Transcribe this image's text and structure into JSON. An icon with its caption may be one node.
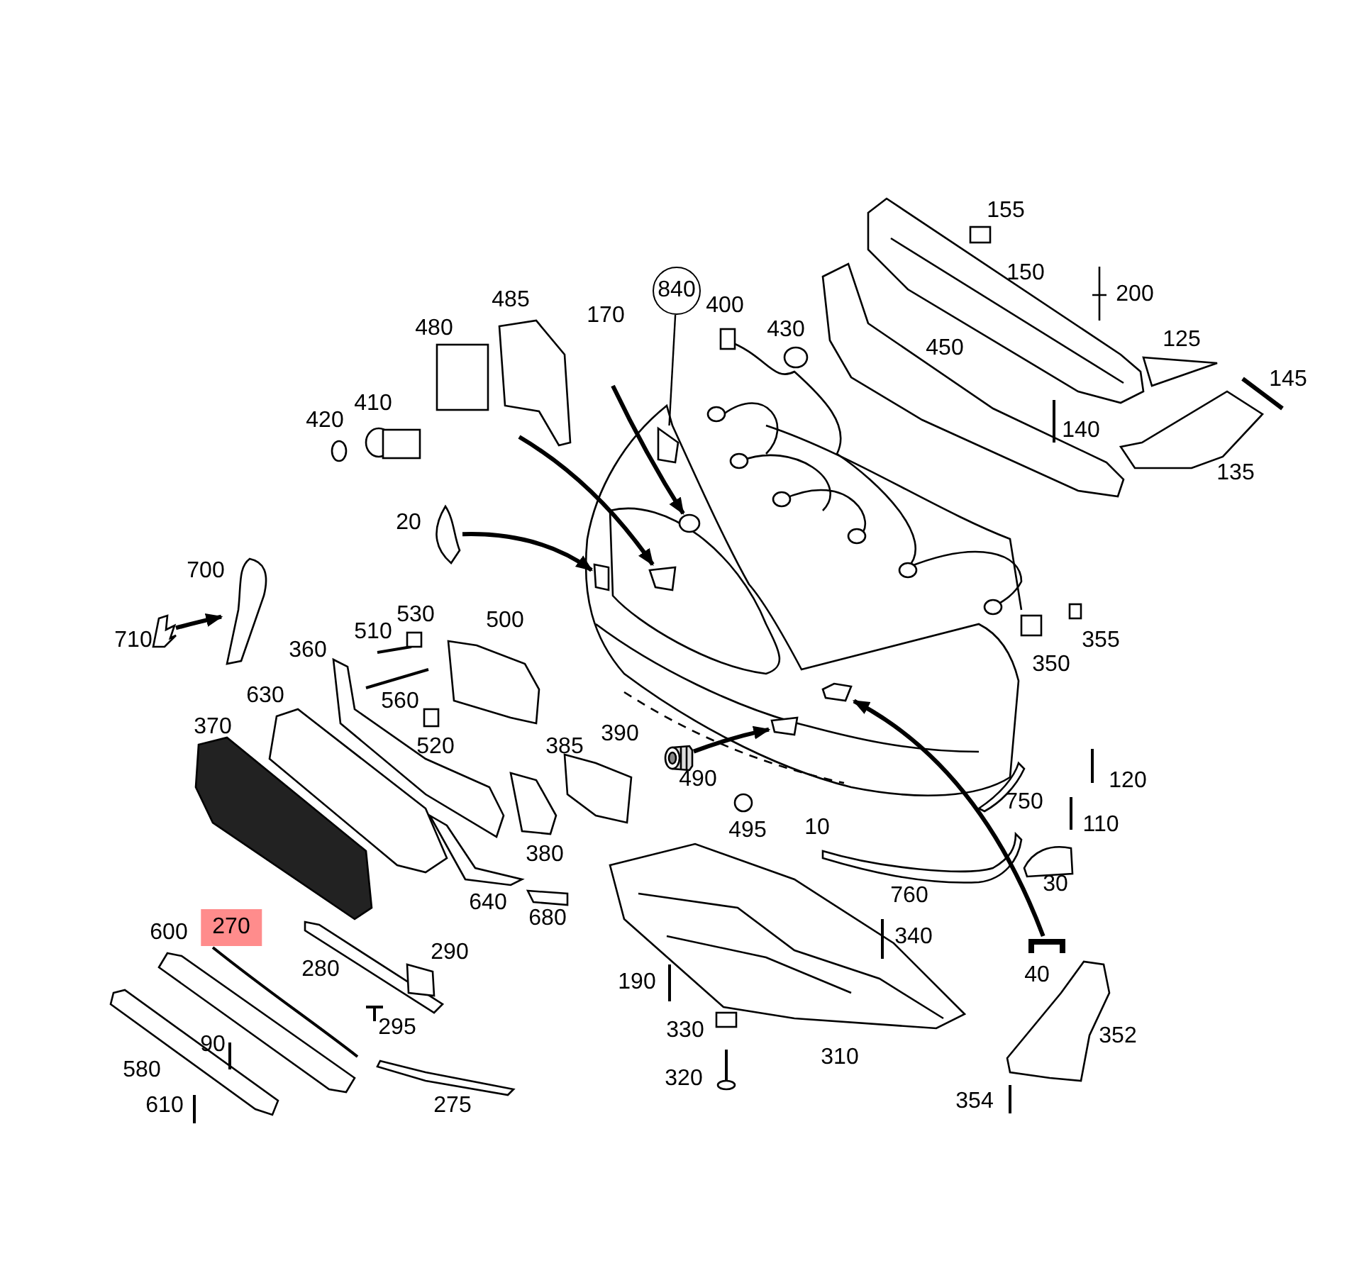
{
  "diagram": {
    "nodes": [
      {
        "text": [],
        "shape": "picture"
      },
      {
        "text": [],
        "shape": "box",
        "in": 0
      },
      {
        "text": [],
        "shape": "circle",
        "in": 0
      },
      {
        "text": [],
        "shape": "box",
        "in": 0
      },
      {
        "text": [],
        "shape": "box",
        "in": 0
      },
      {
        "text": [],
        "shape": "box",
        "in": 0
      },
      {
        "text": [],
        "shape": "box",
        "in": 0
      },
      {
        "text": [
          "840"
        ]
      },
      {
        "text": [],
        "shape": "picture",
        "beside": [
          "20"
        ]
      },
      {
        "text": [],
        "shape": "picture",
        "beside": [
          "710"
        ]
      },
      {
        "text": [],
        "shape": "picture",
        "beside": [
          "700"
        ]
      },
      {
        "text": [],
        "shape": "picture",
        "beside": [
          "490"
        ]
      },
      {
        "text": [],
        "shape": "picture",
        "beside": [
          "40"
        ]
      }
    ],
    "edges": [
      {
        "from": 7,
        "to": 1,
        "arrow": "none"
      },
      {
        "from": null,
        "to": 2,
        "arrow": "to"
      },
      {
        "from": null,
        "to": 3,
        "arrow": "to"
      },
      {
        "from": 8,
        "to": 4,
        "arrow": "to"
      },
      {
        "from": 9,
        "to": 10,
        "arrow": "to"
      },
      {
        "from": 11,
        "to": 5,
        "arrow": "to"
      },
      {
        "from": 12,
        "to": 6,
        "arrow": "to"
      }
    ],
    "labels": [
      "155",
      "150",
      "485",
      "400",
      "200",
      "170",
      "480",
      "430",
      "450",
      "125",
      "145",
      "410",
      "420",
      "140",
      "135",
      "530",
      "500",
      "510",
      "360",
      "350",
      "355",
      "560",
      "630",
      "520",
      "390",
      "385",
      "370",
      "120",
      "10",
      "495",
      "750",
      "110",
      "380",
      "30",
      "760",
      "640",
      "680",
      "270",
      "600",
      "340",
      "290",
      "280",
      "190",
      "295",
      "330",
      "352",
      "90",
      "580",
      "310",
      "320",
      "275",
      "354",
      "610"
    ]
  }
}
